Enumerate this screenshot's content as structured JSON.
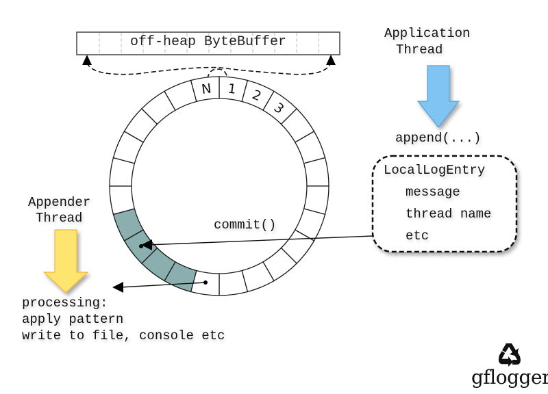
{
  "buffer": {
    "label": "off-heap ByteBuffer"
  },
  "ring": {
    "segment_count": 24,
    "labels": {
      "N": "N",
      "s1": "1",
      "s2": "2",
      "s3": "3"
    },
    "filled_segments": [
      13,
      14,
      15,
      16
    ],
    "fill_color": "#8aafae",
    "stroke_color": "#1a1a1a"
  },
  "application_thread": {
    "title_line1": "Application",
    "title_line2": "Thread",
    "arrow_color": "#80c4f4",
    "arrow_stroke": "#5a9fd4",
    "call": "append(...)"
  },
  "log_entry": {
    "title": "LocalLogEntry",
    "fields": [
      "message",
      "thread name",
      "etc"
    ]
  },
  "commit_label": "commit()",
  "appender_thread": {
    "title_line1": "Appender",
    "title_line2": "Thread",
    "arrow_color": "#fde56f",
    "arrow_stroke": "#f2b53a"
  },
  "processing": {
    "line1": "processing:",
    "line2": "apply pattern",
    "line3": "write to file, console etc"
  },
  "logo": {
    "icon": "recycle-icon",
    "text": "gflogger"
  }
}
